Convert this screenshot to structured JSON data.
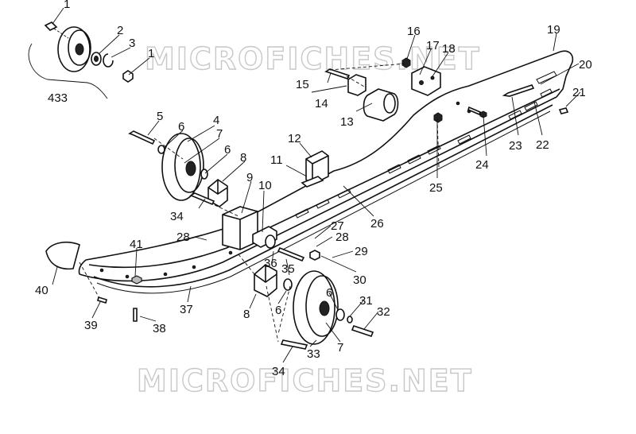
{
  "watermark": {
    "top": "MICROFICHES.NET",
    "bottom": "MICROFICHES.NET"
  },
  "callouts": {
    "c1a": "1",
    "c2": "2",
    "c3": "3",
    "c1b": "1",
    "c433": "433",
    "c5": "5",
    "c6a": "6",
    "c4": "4",
    "c7a": "7",
    "c6b": "6",
    "c8a": "8",
    "c9": "9",
    "c10": "10",
    "c11": "11",
    "c12": "12",
    "c34a": "34",
    "c28a": "28",
    "c41": "41",
    "c40": "40",
    "c39": "39",
    "c38": "38",
    "c37": "37",
    "c13": "13",
    "c14": "14",
    "c15": "15",
    "c16": "16",
    "c17": "17",
    "c18": "18",
    "c19": "19",
    "c20": "20",
    "c21": "21",
    "c22": "22",
    "c23": "23",
    "c24": "24",
    "c25": "25",
    "c26": "26",
    "c27": "27",
    "c28b": "28",
    "c29": "29",
    "c30": "30",
    "c35": "35",
    "c36": "36",
    "c8b": "8",
    "c6c": "6",
    "c6d": "6",
    "c31": "31",
    "c32": "32",
    "c33": "33",
    "c7b": "7",
    "c34b": "34"
  }
}
